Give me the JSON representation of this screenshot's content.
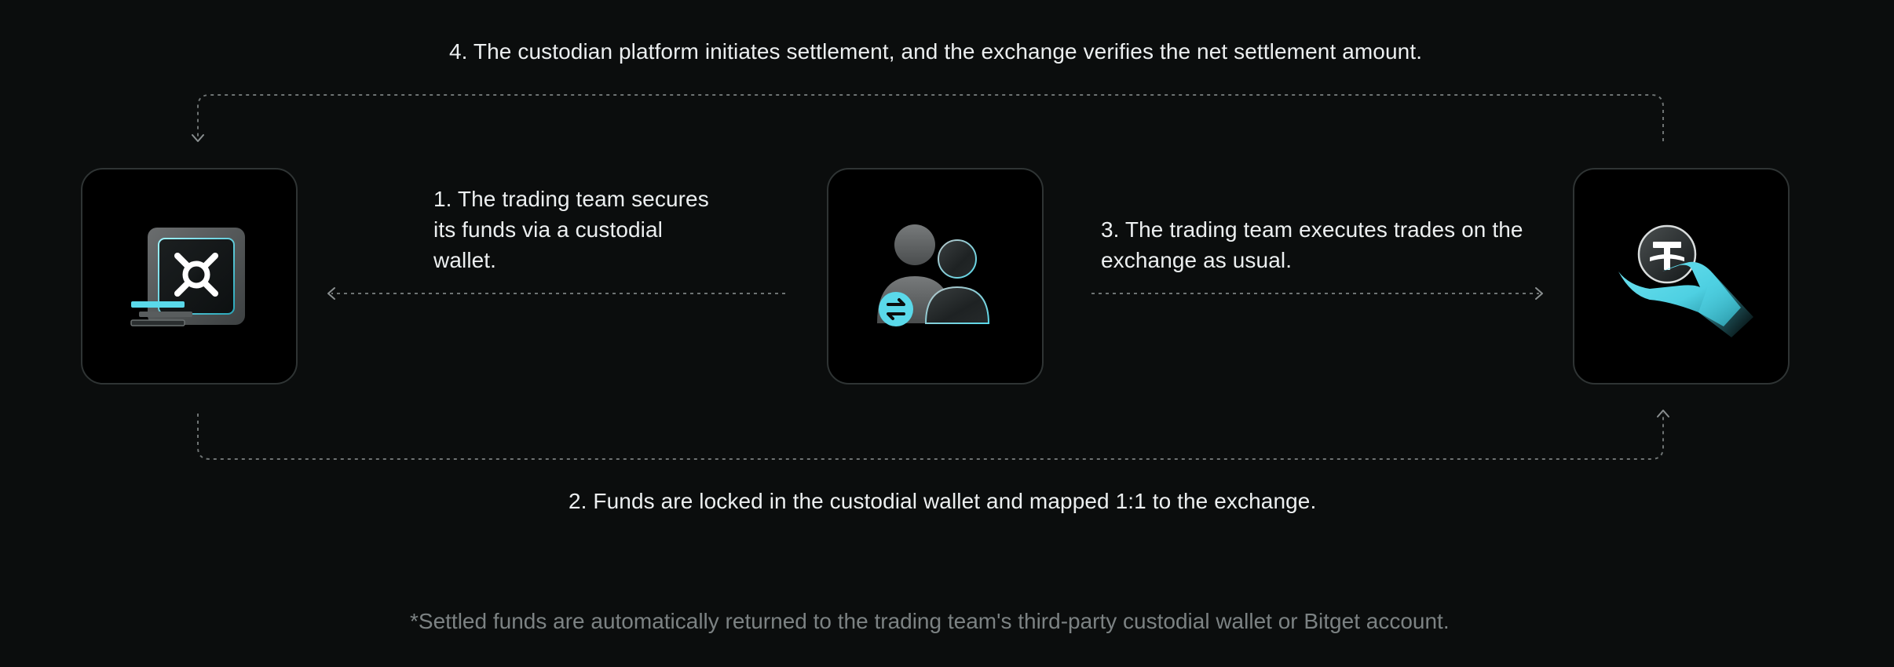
{
  "steps": {
    "step1": "1. The trading team secures its funds via a custodial wallet.",
    "step2": "2. Funds are locked in the custodial wallet and mapped 1:1 to the exchange.",
    "step3": "3. The trading team executes trades on the exchange as usual.",
    "step4": "4. The custodian platform initiates settlement, and the exchange verifies the net settlement amount."
  },
  "footnote": "*Settled funds are automatically returned to the trading team's third-party custodial wallet or Bitget account.",
  "icons": {
    "left": "custodial-vault-icon",
    "center": "trading-team-icon",
    "right": "exchange-tether-hand-icon"
  },
  "colors": {
    "background": "#0b0d0d",
    "accent": "#5ad9ea",
    "text": "#eceff0",
    "muted_text": "#7c8283",
    "card_border": "#2f3434",
    "connector": "#6e7373"
  }
}
